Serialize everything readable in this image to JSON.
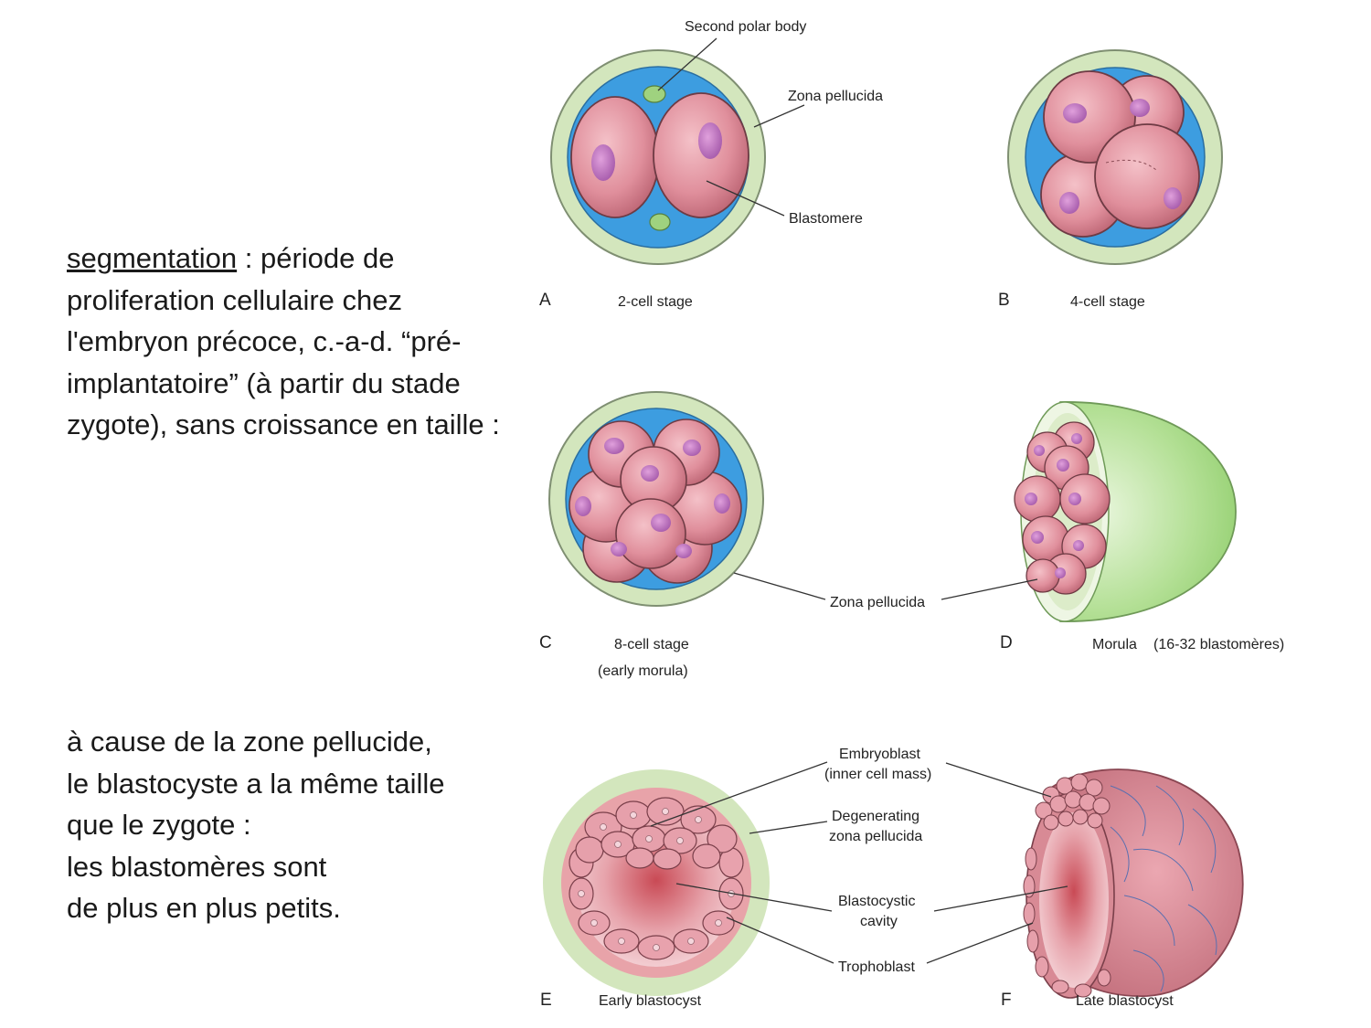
{
  "text_block_1": {
    "term": "segmentation",
    "line1_rest": " : période de",
    "line2": "proliferation cellulaire chez",
    "line3": "l'embryon précoce, c.-a-d. “pré-",
    "line4": "implantatoire” (à partir du stade",
    "line5": "zygote), sans croissance en taille :"
  },
  "text_block_2": {
    "line1": "à cause de la zone pellucide,",
    "line2": "le blastocyste a la même taille",
    "line3": "que le zygote :",
    "line4": "les blastomères sont",
    "line5": "de plus en plus petits."
  },
  "panels": {
    "A": {
      "letter": "A",
      "caption": "2-cell stage"
    },
    "B": {
      "letter": "B",
      "caption": "4-cell stage"
    },
    "C": {
      "letter": "C",
      "caption": "8-cell stage",
      "note": "(early morula)"
    },
    "D": {
      "letter": "D",
      "caption": "Morula",
      "note": "(16-32 blastomères)"
    },
    "E": {
      "letter": "E",
      "caption": "Early blastocyst"
    },
    "F": {
      "letter": "F",
      "caption": "Late blastocyst"
    }
  },
  "labels": {
    "second_polar_body": "Second polar body",
    "zona_pellucida_1": "Zona pellucida",
    "blastomere": "Blastomere",
    "zona_pellucida_2": "Zona pellucida",
    "embryoblast_1": "Embryoblast",
    "embryoblast_2": "(inner cell mass)",
    "degenerating_1": "Degenerating",
    "degenerating_2": "zona pellucida",
    "blastocystic_1": "Blastocystic",
    "blastocystic_2": "cavity",
    "trophoblast": "Trophoblast"
  },
  "colors": {
    "zona": "#d3e6bd",
    "zona_stroke": "#7f8f72",
    "fluid": "#3d9de0",
    "cell": "#e4919d",
    "cell_stroke": "#6e3b44",
    "nucleus": "#b46bb5",
    "polar_body": "#9fd27f",
    "morula_shell": "#9cd37a"
  }
}
